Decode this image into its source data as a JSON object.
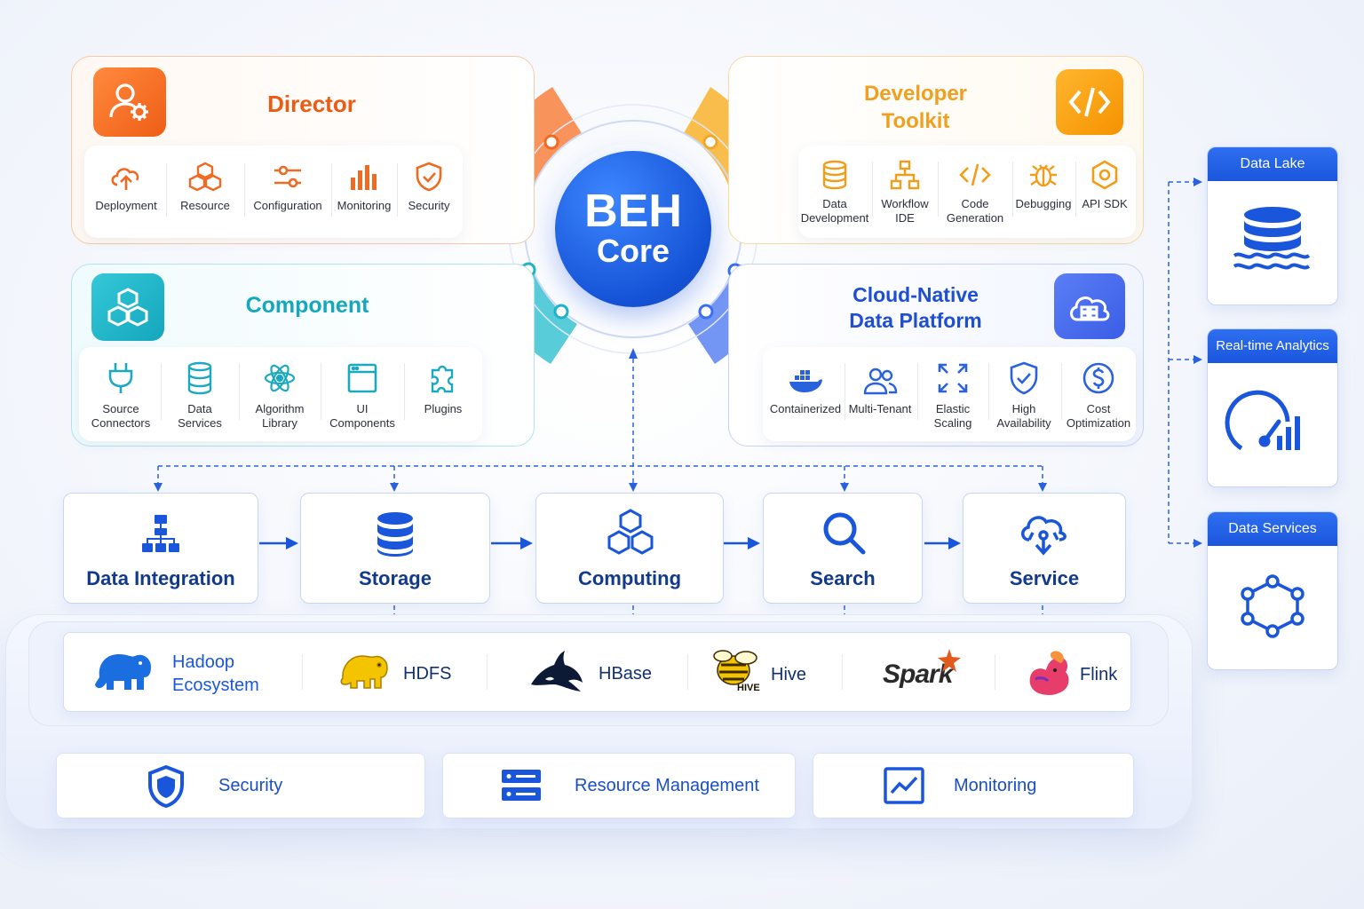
{
  "colors": {
    "director": "#f26a21",
    "developer": "#f5a623",
    "component": "#1fb3c8",
    "cloud": "#3b6ff0",
    "core": "#1a5fe0",
    "pipeline": "#1a56dc"
  },
  "core": {
    "line1": "BEH",
    "line2": "Core"
  },
  "director": {
    "title": "Director",
    "icon": "user-gear-icon",
    "items": [
      {
        "label": "Deployment",
        "icon": "cloud-upload-icon"
      },
      {
        "label": "Resource",
        "icon": "cubes-icon"
      },
      {
        "label": "Configuration",
        "icon": "sliders-icon"
      },
      {
        "label": "Monitoring",
        "icon": "bar-chart-icon"
      },
      {
        "label": "Security",
        "icon": "shield-check-icon"
      }
    ]
  },
  "developer": {
    "title_line1": "Developer",
    "title_line2": "Toolkit",
    "icon": "code-icon",
    "items": [
      {
        "l1": "Data",
        "l2": "Development",
        "icon": "database-icon"
      },
      {
        "l1": "Workflow",
        "l2": "IDE",
        "icon": "workflow-icon"
      },
      {
        "l1": "Code",
        "l2": "Generation",
        "icon": "code-icon"
      },
      {
        "l1": "Debugging",
        "l2": "",
        "icon": "bug-icon"
      },
      {
        "l1": "API SDK",
        "l2": "",
        "icon": "hexagon-icon"
      }
    ]
  },
  "component": {
    "title": "Component",
    "icon": "cubes-icon",
    "items": [
      {
        "l1": "Source",
        "l2": "Connectors",
        "icon": "plug-icon"
      },
      {
        "l1": "Data",
        "l2": "Services",
        "icon": "database-icon"
      },
      {
        "l1": "Algorithm",
        "l2": "Library",
        "icon": "atom-icon"
      },
      {
        "l1": "UI",
        "l2": "Components",
        "icon": "window-icon"
      },
      {
        "l1": "Plugins",
        "l2": "",
        "icon": "puzzle-icon"
      }
    ]
  },
  "cloud": {
    "title_line1": "Cloud-Native",
    "title_line2": "Data Platform",
    "icon": "cloud-grid-icon",
    "items": [
      {
        "l1": "Containerized",
        "l2": "",
        "icon": "docker-icon"
      },
      {
        "l1": "Multi-Tenant",
        "l2": "",
        "icon": "users-icon"
      },
      {
        "l1": "Elastic",
        "l2": "Scaling",
        "icon": "expand-icon"
      },
      {
        "l1": "High",
        "l2": "Availability",
        "icon": "shield-check-icon"
      },
      {
        "l1": "Cost",
        "l2": "Optimization",
        "icon": "dollar-icon"
      }
    ]
  },
  "pipeline": [
    {
      "label": "Data Integration",
      "icon": "hierarchy-icon"
    },
    {
      "label": "Storage",
      "icon": "database-icon"
    },
    {
      "label": "Computing",
      "icon": "hexagons-icon"
    },
    {
      "label": "Search",
      "icon": "search-icon"
    },
    {
      "label": "Service",
      "icon": "cloud-service-icon"
    }
  ],
  "ecosystem": {
    "hadoop_line1": "Hadoop",
    "hadoop_line2": "Ecosystem",
    "items": [
      {
        "label": "HDFS",
        "icon": "yellow-elephant-icon"
      },
      {
        "label": "HBase",
        "icon": "orca-icon"
      },
      {
        "label": "Hive",
        "icon": "bee-icon",
        "logo_text": "HIVE"
      },
      {
        "label": "Spark",
        "icon": "spark-logo"
      },
      {
        "label": "Flink",
        "icon": "squirrel-icon"
      }
    ]
  },
  "base": [
    {
      "label": "Security",
      "icon": "shield-icon"
    },
    {
      "label": "Resource Management",
      "icon": "server-list-icon"
    },
    {
      "label": "Monitoring",
      "icon": "trend-chart-icon"
    }
  ],
  "side": [
    {
      "label": "Data Lake",
      "icon": "database-waves-icon"
    },
    {
      "label": "Real-time Analytics",
      "icon": "gauge-icon"
    },
    {
      "label": "Data Services",
      "icon": "network-ring-icon"
    }
  ]
}
